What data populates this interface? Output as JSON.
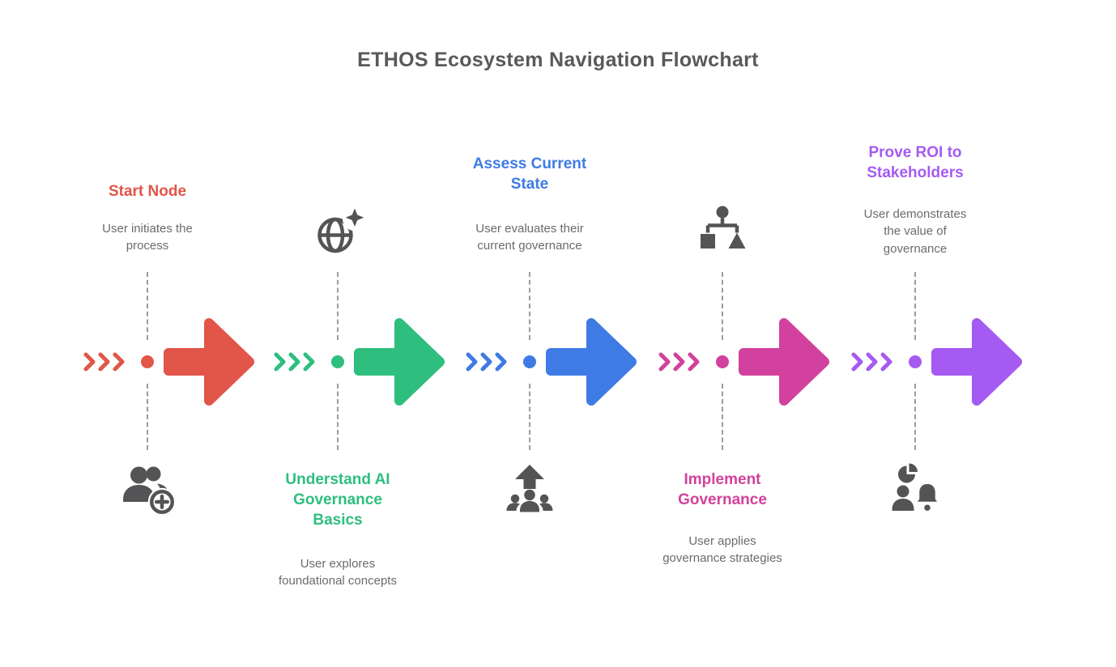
{
  "title": "ETHOS Ecosystem Navigation Flowchart",
  "colors": {
    "heading": "#58595b",
    "description": "#6b6b6d",
    "icon": "#545456",
    "dashed_line": "#9c9ca0"
  },
  "steps": [
    {
      "title": "Start Node",
      "description": "User initiates the process",
      "color": "#e25549",
      "icon": "user-add-icon",
      "text_position": "top"
    },
    {
      "title": "Understand AI Governance Basics",
      "description": "User explores foundational concepts",
      "color": "#2ebe7e",
      "icon": "globe-sparkle-icon",
      "text_position": "bottom"
    },
    {
      "title": "Assess Current State",
      "description": "User evaluates their current governance",
      "color": "#3e7be4",
      "icon": "growth-person-icon",
      "text_position": "top"
    },
    {
      "title": "Implement Governance",
      "description": "User applies governance strategies",
      "color": "#d2419d",
      "icon": "hierarchy-icon",
      "text_position": "bottom"
    },
    {
      "title": "Prove ROI to Stakeholders",
      "description": "User demonstrates the value of governance",
      "color": "#a55af2",
      "icon": "people-notification-icon",
      "text_position": "top"
    }
  ]
}
